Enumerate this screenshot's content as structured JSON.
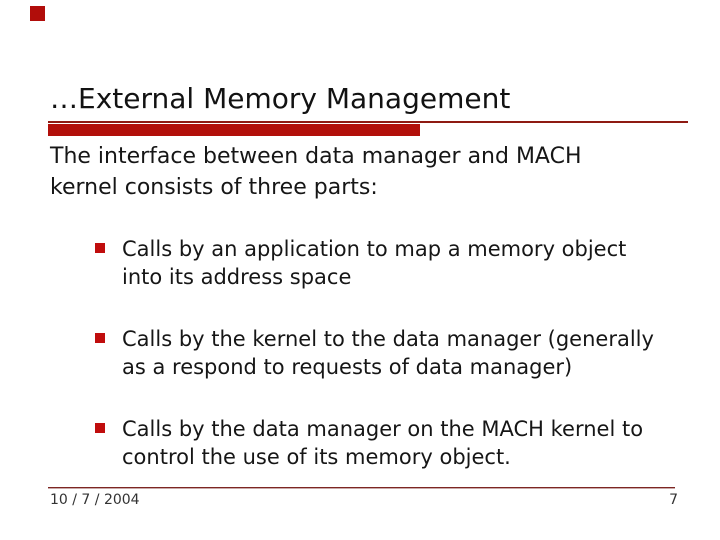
{
  "slide": {
    "title": "…External Memory Management",
    "intro": {
      "line1": "The interface between data manager and MACH",
      "line2": "kernel consists of three parts:"
    },
    "bullets": [
      {
        "line1": "Calls by an application to map a memory object",
        "line2": "into its address space"
      },
      {
        "line1": "Calls by the kernel to the data manager (generally",
        "line2": "as a respond to requests of data manager)"
      },
      {
        "line1": "Calls by the data manager on the MACH kernel to",
        "line2": "control the use of its memory object."
      }
    ],
    "footer": {
      "date": "10 / 7 / 2004",
      "page": "7"
    },
    "colors": {
      "accent_bar": "#b20f0a",
      "accent_thin_line": "#8e1a12",
      "bullet_marker": "#c00d0d",
      "corner_square": "#b10d0a",
      "footer_rule": "#7d2622",
      "body_text": "#161616",
      "footer_text": "#333333",
      "background": "#ffffff"
    }
  }
}
